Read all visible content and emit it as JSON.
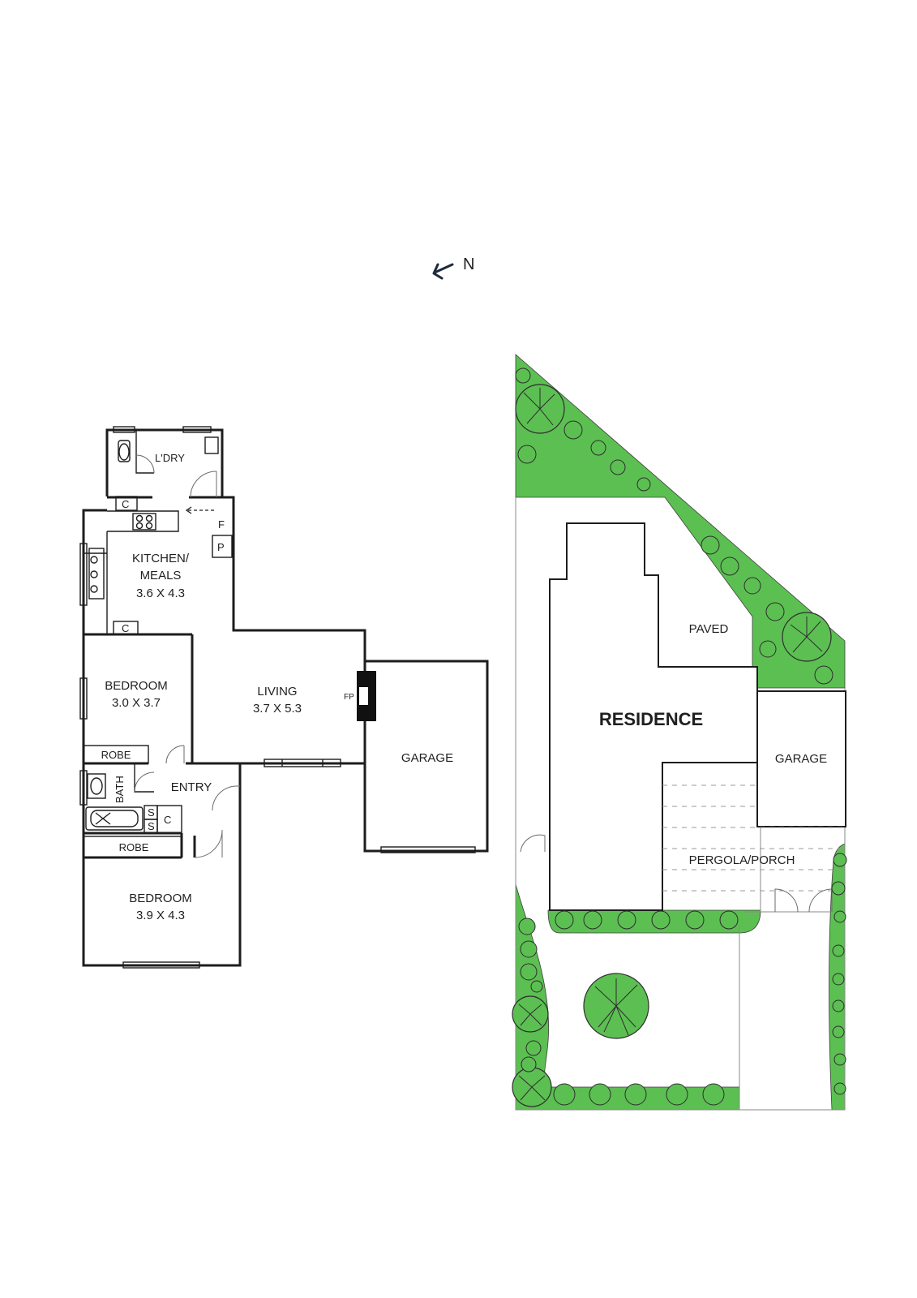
{
  "compass": {
    "label": "N"
  },
  "floor_plan": {
    "laundry": "L'DRY",
    "kitchen": {
      "name": "KITCHEN/",
      "name2": "MEALS",
      "dims": "3.6 X 4.3"
    },
    "fridge": "F",
    "pantry": "P",
    "cupboard_laundry": "C",
    "cupboard_kitchen": "C",
    "cupboard_entry": "C",
    "bedroom1": {
      "name": "BEDROOM",
      "dims": "3.0 X 3.7"
    },
    "living": {
      "name": "LIVING",
      "dims": "3.7 X 5.3"
    },
    "fireplace": "FP",
    "garage": "GARAGE",
    "robe1": "ROBE",
    "bath": "BATH",
    "entry": "ENTRY",
    "shelf1": "S",
    "shelf2": "S",
    "robe2": "ROBE",
    "bedroom2": {
      "name": "BEDROOM",
      "dims": "3.9 X 4.3"
    }
  },
  "site_plan": {
    "paved": "PAVED",
    "residence": "RESIDENCE",
    "garage": "GARAGE",
    "pergola": "PERGOLA/PORCH"
  },
  "colors": {
    "garden": "#5cbf52",
    "wall": "#1d1d1d",
    "background": "#ffffff"
  },
  "icons": [
    "compass-arrow-icon",
    "toilet-icon",
    "sink-icon",
    "cooktop-icon",
    "bath-icon",
    "fireplace-icon",
    "tree-icon",
    "shrub-icon"
  ]
}
